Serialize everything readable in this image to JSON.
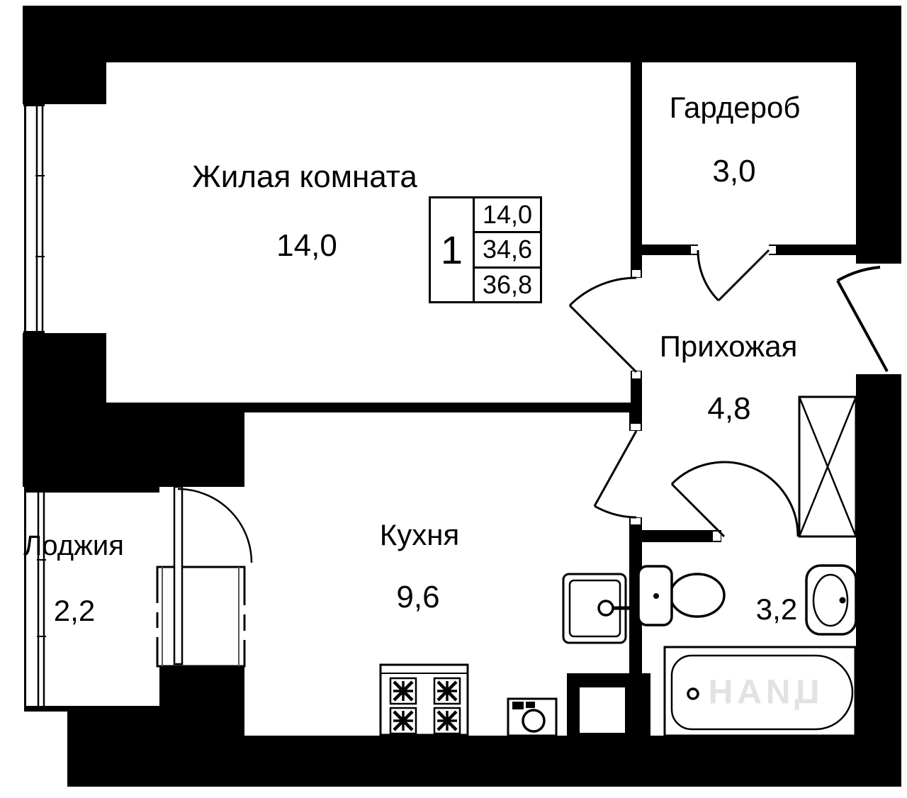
{
  "plan": {
    "rooms": [
      {
        "id": "living-room",
        "name": "Жилая комната",
        "area": "14,0"
      },
      {
        "id": "wardrobe",
        "name": "Гардероб",
        "area": "3,0"
      },
      {
        "id": "hallway",
        "name": "Прихожая",
        "area": "4,8"
      },
      {
        "id": "kitchen",
        "name": "Кухня",
        "area": "9,6"
      },
      {
        "id": "loggia",
        "name": "Лоджия",
        "area": "2,2"
      },
      {
        "id": "bathroom",
        "name": "",
        "area": "3,2"
      }
    ],
    "legend": {
      "flat_number": "1",
      "living_area": "14,0",
      "area_without_balcony": "34,6",
      "total_area": "36,8"
    },
    "watermark": "ЦИАН",
    "colors": {
      "wall": "#000000",
      "line": "#000000",
      "background": "#ffffff",
      "watermark": "#e2e2e2"
    }
  }
}
